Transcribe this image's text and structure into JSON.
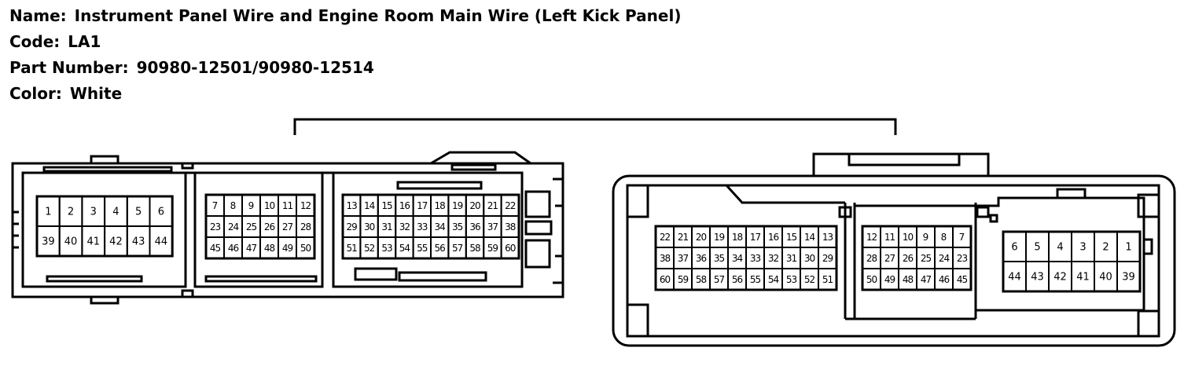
{
  "header": {
    "name_label": "Name:",
    "name_value": "Instrument Panel Wire and Engine Room Main Wire (Left Kick Panel)",
    "code_label": "Code:",
    "code_value": "LA1",
    "part_label": "Part Number:",
    "part_value": "90980-12501/90980-12514",
    "color_label": "Color:",
    "color_value": "White"
  },
  "left_connector": {
    "groups": [
      {
        "rows": [
          [
            "1",
            "2",
            "3",
            "4",
            "5",
            "6"
          ],
          [
            "39",
            "40",
            "41",
            "42",
            "43",
            "44"
          ]
        ]
      },
      {
        "rows": [
          [
            "7",
            "8",
            "9",
            "10",
            "11",
            "12"
          ],
          [
            "23",
            "24",
            "25",
            "26",
            "27",
            "28"
          ],
          [
            "45",
            "46",
            "47",
            "48",
            "49",
            "50"
          ]
        ]
      },
      {
        "rows": [
          [
            "13",
            "14",
            "15",
            "16",
            "17",
            "18",
            "19",
            "20",
            "21",
            "22"
          ],
          [
            "29",
            "30",
            "31",
            "32",
            "33",
            "34",
            "35",
            "36",
            "37",
            "38"
          ],
          [
            "51",
            "52",
            "53",
            "54",
            "55",
            "56",
            "57",
            "58",
            "59",
            "60"
          ]
        ]
      }
    ]
  },
  "right_connector": {
    "groups": [
      {
        "rows": [
          [
            "22",
            "21",
            "20",
            "19",
            "18",
            "17",
            "16",
            "15",
            "14",
            "13"
          ],
          [
            "38",
            "37",
            "36",
            "35",
            "34",
            "33",
            "32",
            "31",
            "30",
            "29"
          ],
          [
            "60",
            "59",
            "58",
            "57",
            "56",
            "55",
            "54",
            "53",
            "52",
            "51"
          ]
        ]
      },
      {
        "rows": [
          [
            "12",
            "11",
            "10",
            "9",
            "8",
            "7"
          ],
          [
            "28",
            "27",
            "26",
            "25",
            "24",
            "23"
          ],
          [
            "50",
            "49",
            "48",
            "47",
            "46",
            "45"
          ]
        ]
      },
      {
        "rows": [
          [
            "6",
            "5",
            "4",
            "3",
            "2",
            "1"
          ],
          [
            "44",
            "43",
            "42",
            "41",
            "40",
            "39"
          ]
        ]
      }
    ]
  }
}
